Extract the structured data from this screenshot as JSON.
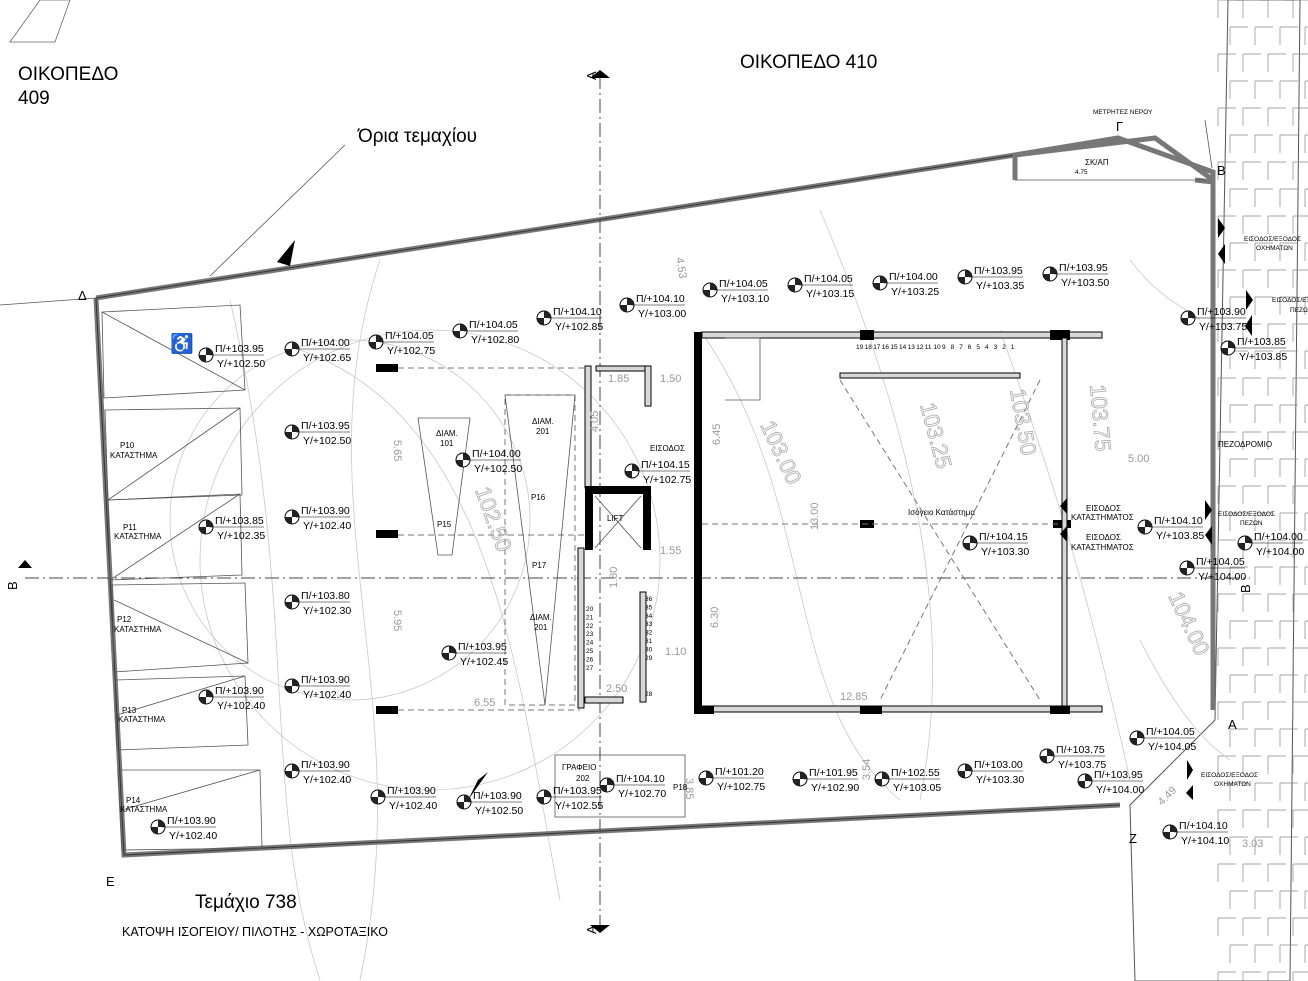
{
  "title": "ΚΑΤΟΨΗ ΙΣΟΓΕΙΟΥ/ ΠΙΛΟΤΗΣ - ΧΩΡΟΤΑΞΙΚΟ",
  "plots": {
    "left": "ΟΙΚΟΠΕΔΟ",
    "left_num": "409",
    "top": "ΟΙΚΟΠΕΔΟ 410",
    "bottom": "Τεμάχιο 738",
    "boundary": "Όρια τεμαχίου"
  },
  "corners": {
    "a": "A",
    "b": "B",
    "g": "Γ",
    "d": "Δ",
    "e": "E",
    "z": "Z"
  },
  "sections": {
    "a": "A",
    "b": "B"
  },
  "rooms": {
    "p10": "P10",
    "p11": "P11",
    "p12": "P12",
    "p13": "P13",
    "p14": "P14",
    "p15": "P15",
    "p16": "P16",
    "p17": "P17",
    "p18": "P18",
    "shop": "ΚΑΤΑΣΤΗΜΑ",
    "diam": "ΔΙΑΜ.",
    "d101": "101",
    "d201": "201",
    "d201b": "201",
    "lift": "LIFT",
    "entrance": "ΕΙΣΟΔΟΣ",
    "office": "ΓΡΑΦΕΙΟ",
    "office_num": "202",
    "ground_shop": "Ισόγειο Κατάστημα",
    "shop_entrance_1": "ΕΙΣΟΔΟΣ",
    "shop_entrance_2": "ΚΑΤΑΣΤΗΜΑΤΟΣ",
    "storage": "ΣΚ/ΑΠ",
    "water_meters": "ΜΕΤΡΗΤΕΣ ΝΕΡΟΥ",
    "vehicle_entry_1": "ΕΙΣΟΔΟΣ/ΕΞΟΔΟΣ",
    "vehicle_entry_2": "ΟΧΗΜΑΤΩΝ",
    "ped_entry_1": "ΕΙΣΟΔΟΣ/ΕΞΟΔΟΣ",
    "ped_entry_2": "ΠΕΖΩΝ",
    "sidewalk": "ΠΕΖΟΔΡΟΜΙΟ"
  },
  "dimensions": [
    "1.85",
    "1.50",
    "4.05",
    "6.45",
    "1.55",
    "1.80",
    "1.10",
    "2.50",
    "6.30",
    "13.00",
    "12.85",
    "3.54",
    "3.85",
    "5.65",
    "5.95",
    "6.55",
    "5.00",
    "4.53",
    "4.75",
    "3.03",
    "4.49"
  ],
  "contours": [
    "103.00",
    "103.25",
    "103.50",
    "103.75",
    "104.00",
    "102.50"
  ],
  "stairs": {
    "upper": [
      "19",
      "18",
      "17",
      "16",
      "15",
      "14",
      "13",
      "12",
      "11",
      "10",
      "9",
      "8",
      "7",
      "6",
      "5",
      "4",
      "3",
      "2",
      "1"
    ],
    "left": [
      "20",
      "21",
      "22",
      "23",
      "24",
      "25",
      "26",
      "27"
    ],
    "right": [
      "36",
      "35",
      "34",
      "33",
      "32",
      "31",
      "30",
      "29"
    ],
    "bottom": "28"
  },
  "levels": [
    {
      "p": "Π/+103.95",
      "y": "Υ/+102.50"
    },
    {
      "p": "Π/+104.00",
      "y": "Υ/+102.65"
    },
    {
      "p": "Π/+104.05",
      "y": "Υ/+102.75"
    },
    {
      "p": "Π/+104.05",
      "y": "Υ/+102.80"
    },
    {
      "p": "Π/+104.10",
      "y": "Υ/+102.85"
    },
    {
      "p": "Π/+104.10",
      "y": "Υ/+103.00"
    },
    {
      "p": "Π/+104.05",
      "y": "Υ/+103.10"
    },
    {
      "p": "Π/+104.05",
      "y": "Υ/+103.15"
    },
    {
      "p": "Π/+104.00",
      "y": "Υ/+103.25"
    },
    {
      "p": "Π/+103.95",
      "y": "Υ/+103.35"
    },
    {
      "p": "Π/+103.95",
      "y": "Υ/+103.50"
    },
    {
      "p": "Π/+103.90",
      "y": "Υ/+103.75"
    },
    {
      "p": "Π/+103.85",
      "y": "Υ/+103.85"
    },
    {
      "p": "Π/+103.95",
      "y": "Υ/+102.50"
    },
    {
      "p": "Π/+104.00",
      "y": "Υ/+102.50"
    },
    {
      "p": "Π/+104.15",
      "y": "Υ/+102.75"
    },
    {
      "p": "Π/+103.85",
      "y": "Υ/+102.35"
    },
    {
      "p": "Π/+103.90",
      "y": "Υ/+102.40"
    },
    {
      "p": "Π/+104.15",
      "y": "Υ/+103.30"
    },
    {
      "p": "Π/+104.10",
      "y": "Υ/+103.85"
    },
    {
      "p": "Π/+104.00",
      "y": "Υ/+104.00"
    },
    {
      "p": "Π/+104.05",
      "y": "Υ/+104.00"
    },
    {
      "p": "Π/+103.80",
      "y": "Υ/+102.30"
    },
    {
      "p": "Π/+103.95",
      "y": "Υ/+102.45"
    },
    {
      "p": "Π/+103.90",
      "y": "Υ/+102.40"
    },
    {
      "p": "Π/+103.90",
      "y": "Υ/+102.40"
    },
    {
      "p": "Π/+103.90",
      "y": "Υ/+102.40"
    },
    {
      "p": "Π/+103.90",
      "y": "Υ/+102.40"
    },
    {
      "p": "Π/+103.90",
      "y": "Υ/+102.50"
    },
    {
      "p": "Π/+103.95",
      "y": "Υ/+102.55"
    },
    {
      "p": "Π/+104.10",
      "y": "Υ/+102.70"
    },
    {
      "p": "Π/+101.20",
      "y": "Υ/+102.75"
    },
    {
      "p": "Π/+101.95",
      "y": "Υ/+102.90"
    },
    {
      "p": "Π/+102.55",
      "y": "Υ/+103.05"
    },
    {
      "p": "Π/+103.00",
      "y": "Υ/+103.30"
    },
    {
      "p": "Π/+103.75",
      "y": "Υ/+103.75"
    },
    {
      "p": "Π/+103.95",
      "y": "Υ/+104.00"
    },
    {
      "p": "Π/+104.05",
      "y": "Υ/+104.05"
    },
    {
      "p": "Π/+104.10",
      "y": "Υ/+104.10"
    },
    {
      "p": "Π/+103.90",
      "y": "Υ/+102.40"
    }
  ]
}
